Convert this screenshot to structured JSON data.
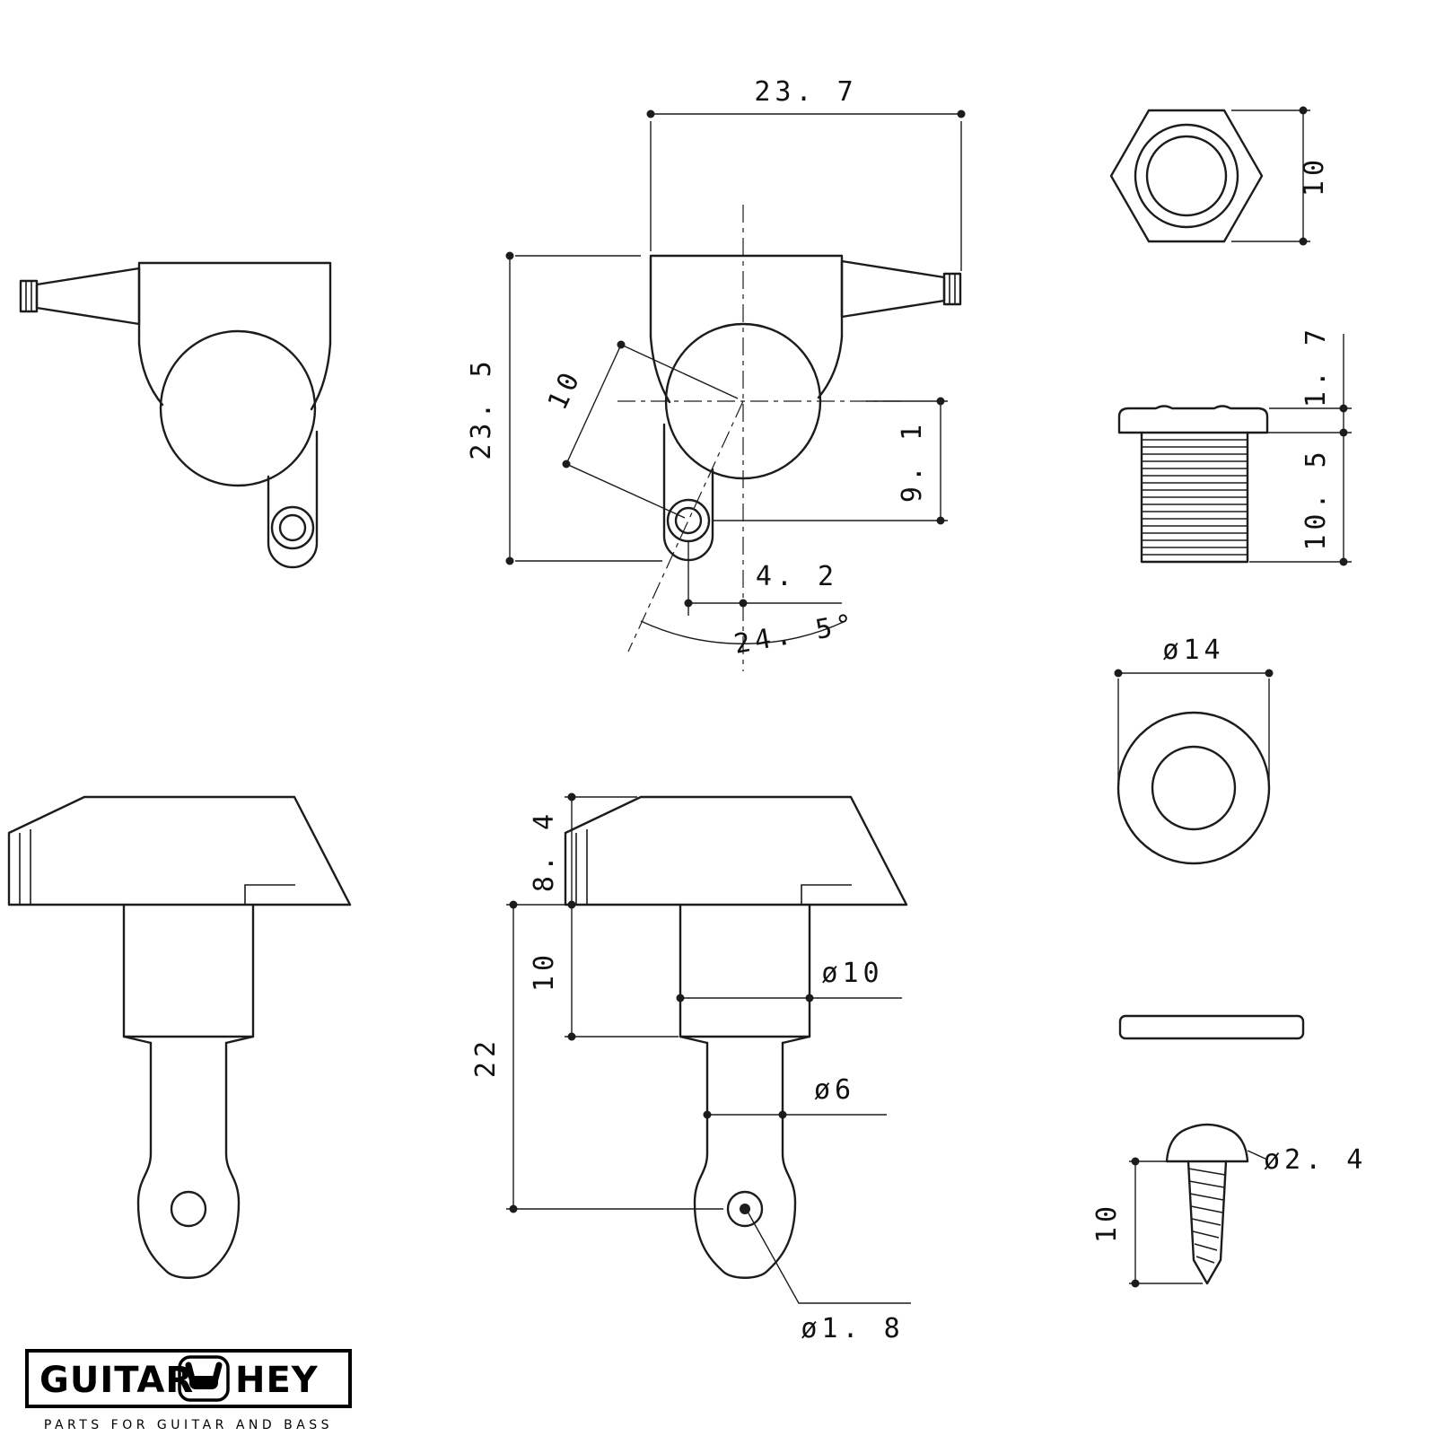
{
  "dims": {
    "overall_width": "23. 7",
    "overall_height": "23. 5",
    "center_to_hole": "10",
    "hole_drop": "9. 1",
    "hole_offset_x": "4. 2",
    "hole_angle": "24. 5°",
    "nut_height": "10",
    "bushing_flange": "1. 7",
    "bushing_thread": "10. 5",
    "washer_od": "ø14",
    "button_height": "8. 4",
    "shaft_height": "10",
    "post_length": "22",
    "shaft_dia": "ø10",
    "post_dia": "ø6",
    "string_hole_dia": "ø1. 8",
    "screw_dia": "ø2. 4",
    "screw_length": "10"
  },
  "logo": {
    "word1": "GUITAR",
    "word2": "HEY",
    "hand_icon": "rock-hand",
    "tagline": "PARTS FOR GUITAR AND BASS"
  }
}
